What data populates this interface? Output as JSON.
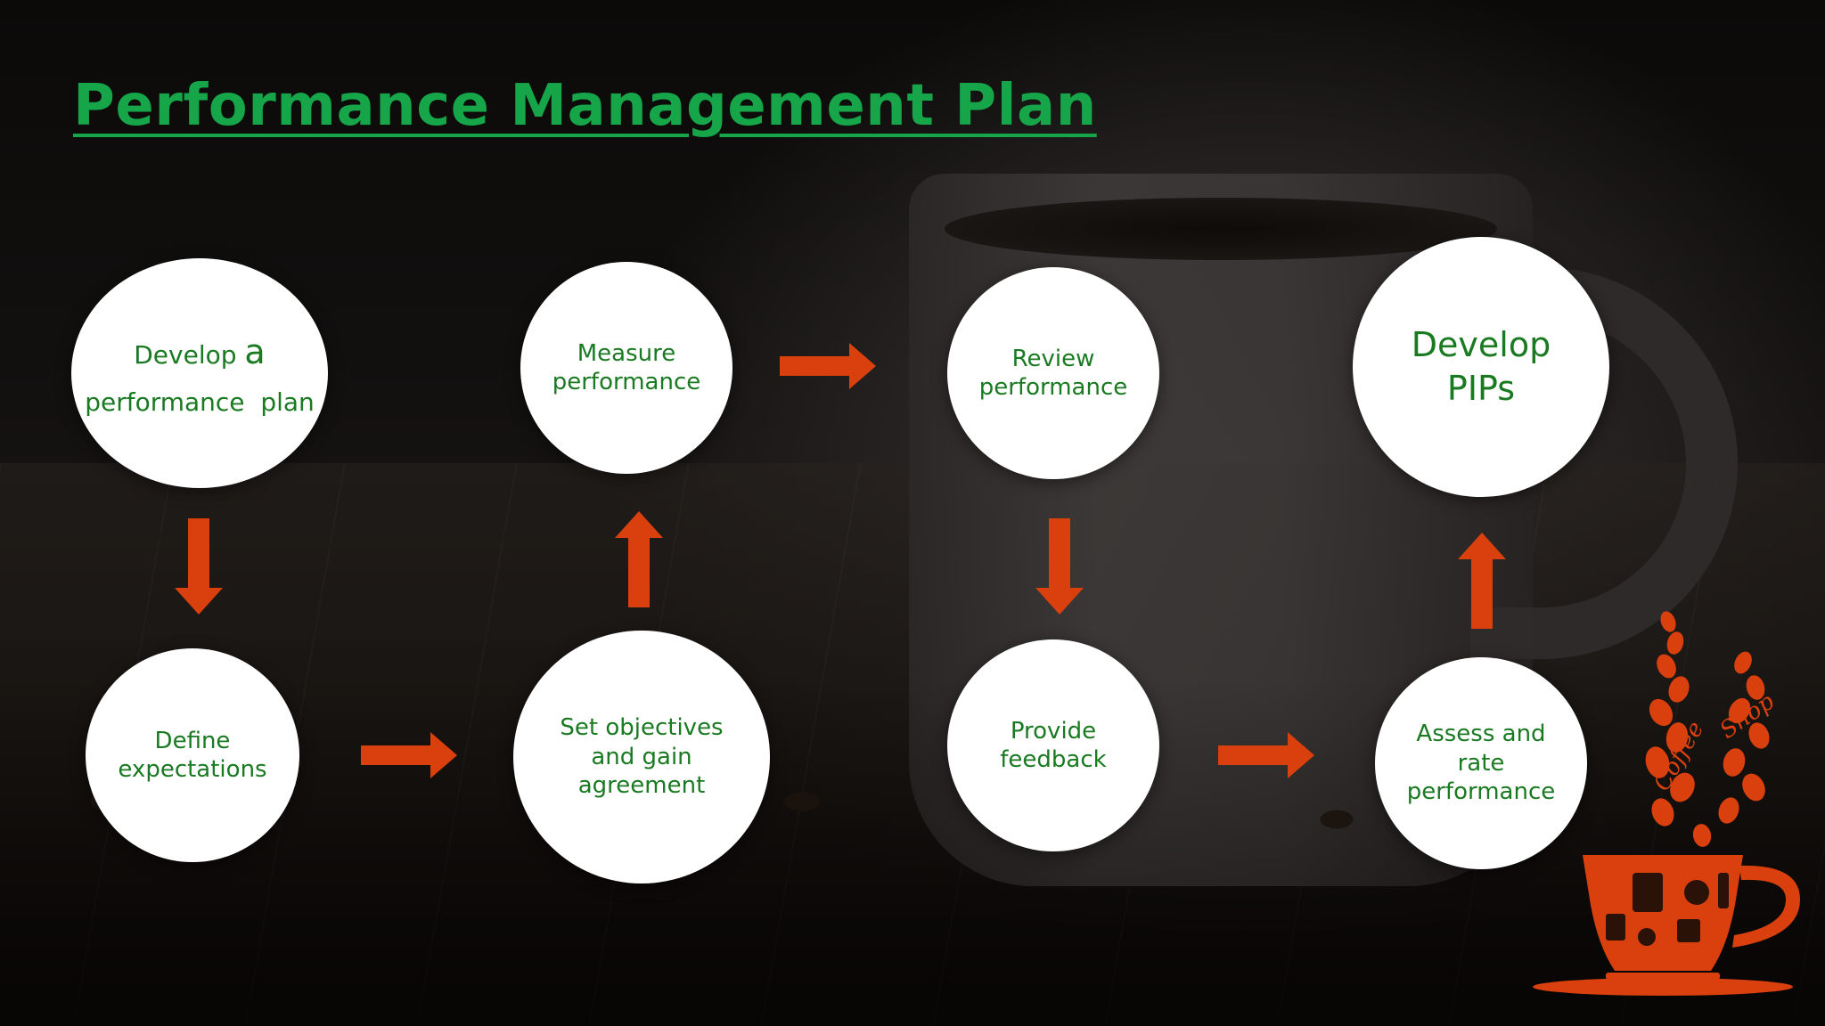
{
  "slide": {
    "title": "Performance Management Plan",
    "colors": {
      "title": "#17a54a",
      "node_text": "#1a7a22",
      "node_fill": "#ffffff",
      "arrow": "#d9400e",
      "logo": "#d9400e"
    }
  },
  "diagram": {
    "nodes": [
      {
        "id": "develop-plan",
        "label_start": "Develop ",
        "label_accent": "a",
        "label_end": "performance  plan"
      },
      {
        "id": "define-expectations",
        "label": "Define\nexpectations"
      },
      {
        "id": "set-objectives",
        "label": "Set objectives\nand gain\nagreement"
      },
      {
        "id": "measure-performance",
        "label": "Measure\nperformance"
      },
      {
        "id": "review-performance",
        "label": "Review\nperformance"
      },
      {
        "id": "provide-feedback",
        "label": "Provide\nfeedback"
      },
      {
        "id": "assess-rate",
        "label": "Assess and\nrate\nperformance"
      },
      {
        "id": "develop-pips",
        "label": "Develop\nPIPs"
      }
    ],
    "edges": [
      {
        "from": "develop-plan",
        "to": "define-expectations"
      },
      {
        "from": "define-expectations",
        "to": "set-objectives"
      },
      {
        "from": "set-objectives",
        "to": "measure-performance"
      },
      {
        "from": "measure-performance",
        "to": "review-performance"
      },
      {
        "from": "review-performance",
        "to": "provide-feedback"
      },
      {
        "from": "provide-feedback",
        "to": "assess-rate"
      },
      {
        "from": "assess-rate",
        "to": "develop-pips"
      }
    ]
  },
  "decoration": {
    "logo_icon": "coffee-shop-logo",
    "logo_text": "Coffee Shop"
  }
}
